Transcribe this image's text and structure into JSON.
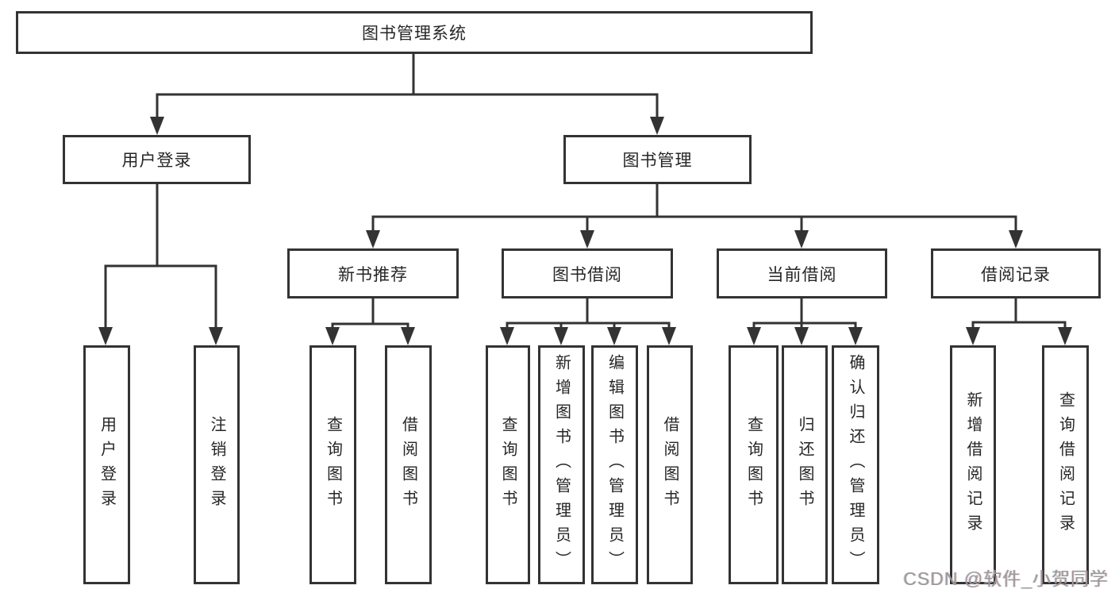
{
  "nodes": {
    "root": {
      "label": "图书管理系统"
    },
    "level2": [
      {
        "label": "用户登录"
      },
      {
        "label": "图书管理"
      }
    ],
    "level3": [
      {
        "label": "新书推荐",
        "parent": "图书管理"
      },
      {
        "label": "图书借阅",
        "parent": "图书管理"
      },
      {
        "label": "当前借阅",
        "parent": "图书管理"
      },
      {
        "label": "借阅记录",
        "parent": "图书管理"
      }
    ],
    "leaves": [
      {
        "label": "用户登录",
        "parent": "用户登录"
      },
      {
        "label": "注销登录",
        "parent": "用户登录"
      },
      {
        "label": "查询图书",
        "parent": "新书推荐"
      },
      {
        "label": "借阅图书",
        "parent": "新书推荐"
      },
      {
        "label": "查询图书",
        "parent": "图书借阅"
      },
      {
        "label": "新增图书（管理员）",
        "parent": "图书借阅"
      },
      {
        "label": "编辑图书（管理员）",
        "parent": "图书借阅"
      },
      {
        "label": "借阅图书",
        "parent": "图书借阅"
      },
      {
        "label": "查询图书",
        "parent": "当前借阅"
      },
      {
        "label": "归还图书",
        "parent": "当前借阅"
      },
      {
        "label": "确认归还（管理员）",
        "parent": "当前借阅"
      },
      {
        "label": "新增借阅记录",
        "parent": "借阅记录"
      },
      {
        "label": "查询借阅记录",
        "parent": "借阅记录"
      }
    ]
  },
  "watermark": {
    "text": "CSDN @软件_小贺同学"
  },
  "colors": {
    "line": "#333333",
    "text": "#262626",
    "watermark": "#9a9a9a",
    "background": "#ffffff"
  }
}
